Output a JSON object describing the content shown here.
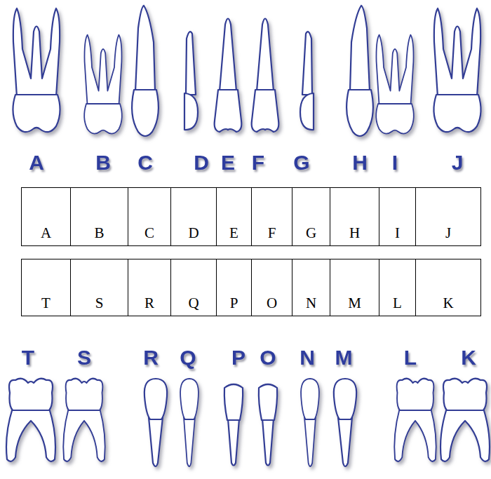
{
  "diagram": {
    "labels": [
      "A",
      "B",
      "C",
      "D",
      "E",
      "F",
      "G",
      "H",
      "I",
      "J",
      "A",
      "B",
      "C",
      "D",
      "E",
      "F",
      "G",
      "H",
      "I",
      "J",
      "T",
      "S",
      "R",
      "Q",
      "P",
      "O",
      "N",
      "M",
      "L",
      "K",
      "T",
      "S",
      "R",
      "Q",
      "P",
      "O",
      "N",
      "M",
      "L",
      "K"
    ]
  }
}
